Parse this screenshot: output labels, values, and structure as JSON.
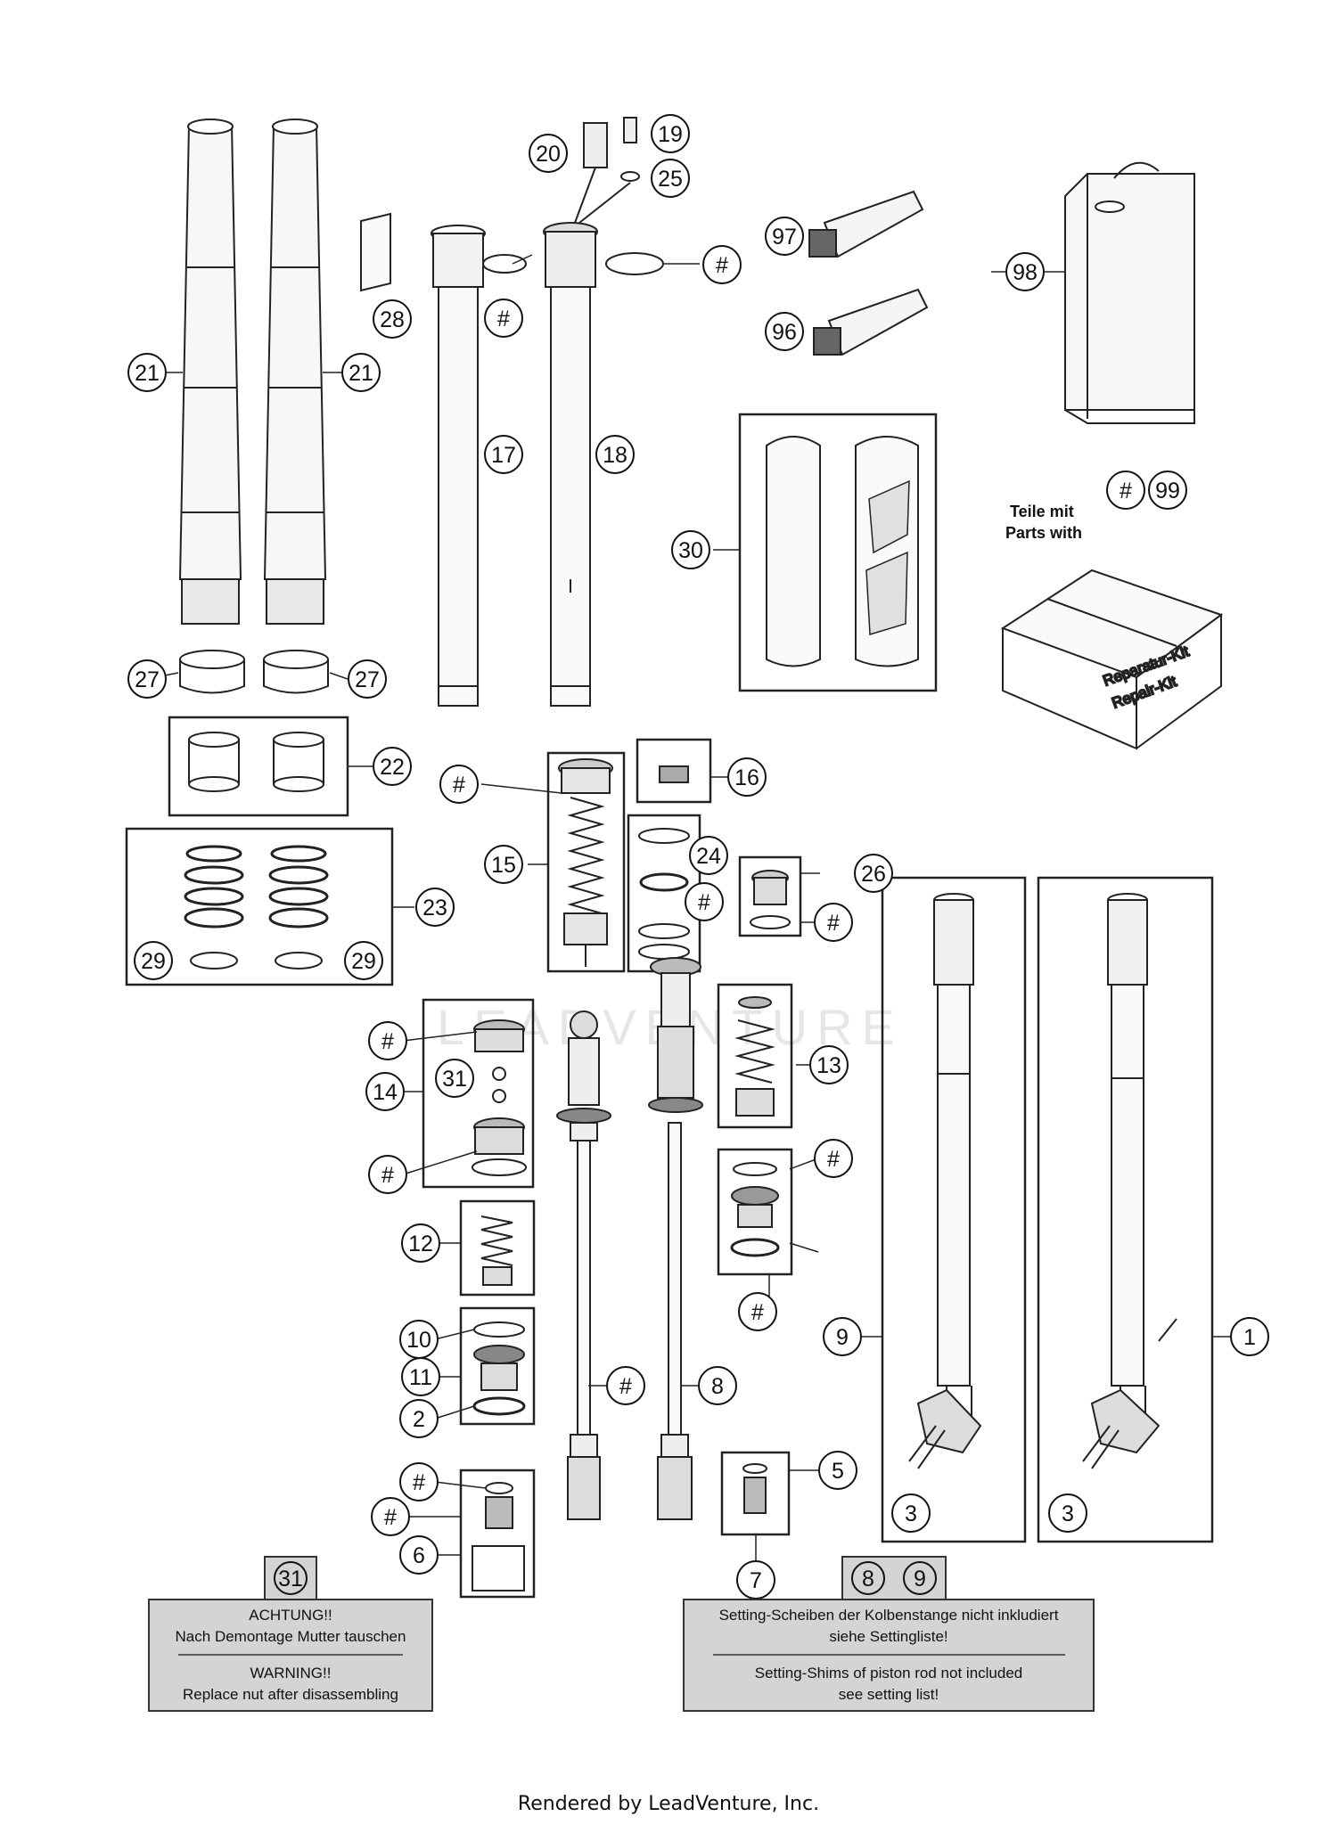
{
  "watermark": "LEADVENTURE",
  "labels": {
    "teile_mit": "Teile mit",
    "parts_with": "Parts with",
    "kit_de": "Reparatur-Kit",
    "kit_en": "Repair-Kit"
  },
  "callouts": [
    "21",
    "21",
    "28",
    "17",
    "18",
    "20",
    "19",
    "25",
    "#",
    "#",
    "97",
    "96",
    "98",
    "30",
    "#",
    "99",
    "27",
    "27",
    "22",
    "#",
    "16",
    "15",
    "24",
    "#",
    "26",
    "#",
    "23",
    "29",
    "29",
    "#",
    "31",
    "14",
    "13",
    "#",
    "12",
    "#",
    "11",
    "#",
    "10",
    "#",
    "8",
    "9",
    "1",
    "2",
    "#",
    "#",
    "6",
    "5",
    "7",
    "3",
    "3"
  ],
  "notes": {
    "left": {
      "tag": "31",
      "de_heading": "ACHTUNG!!",
      "de_text": "Nach Demontage Mutter tauschen",
      "en_heading": "WARNING!!",
      "en_text": "Replace nut after disassembling"
    },
    "right": {
      "tag_a": "8",
      "tag_b": "9",
      "de_line1": "Setting-Scheiben der Kolbenstange nicht inkludiert",
      "de_line2": "siehe Settingliste!",
      "en_line1": "Setting-Shims of piston rod not included",
      "en_line2": "see setting list!"
    }
  },
  "footer": "Rendered by LeadVenture, Inc."
}
